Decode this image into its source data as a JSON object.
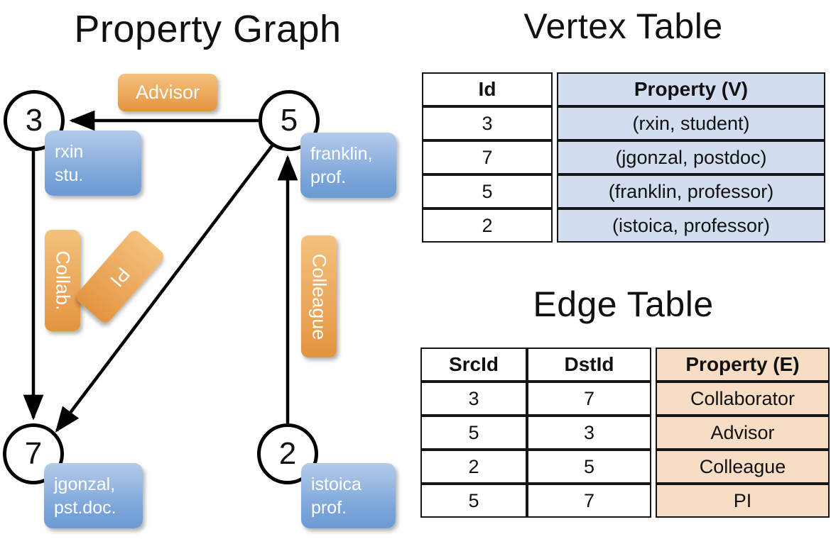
{
  "titles": {
    "property_graph": "Property Graph",
    "vertex_table": "Vertex Table",
    "edge_table": "Edge Table"
  },
  "graph": {
    "nodes": [
      {
        "id": "3",
        "property": "rxin\nstu."
      },
      {
        "id": "5",
        "property": "franklin,\nprof."
      },
      {
        "id": "7",
        "property": "jgonzal,\npst.doc."
      },
      {
        "id": "2",
        "property": "istoica\nprof."
      }
    ],
    "node_labels": {
      "n3": "3",
      "n5": "5",
      "n7": "7",
      "n2": "2"
    },
    "property_boxes": {
      "rxin_line1": "rxin",
      "rxin_line2": "stu.",
      "franklin_line1": "franklin,",
      "franklin_line2": "prof.",
      "jgonzal_line1": "jgonzal,",
      "jgonzal_line2": "pst.doc.",
      "istoica_line1": "istoica",
      "istoica_line2": "prof."
    },
    "edge_labels": {
      "advisor": "Advisor",
      "collab": "Collab.",
      "pi": "PI",
      "colleague": "Colleague"
    }
  },
  "vertex_table": {
    "headers": [
      "Id",
      "Property (V)"
    ],
    "rows": [
      {
        "id": "3",
        "property": "(rxin, student)"
      },
      {
        "id": "7",
        "property": "(jgonzal, postdoc)"
      },
      {
        "id": "5",
        "property": "(franklin, professor)"
      },
      {
        "id": "2",
        "property": "(istoica, professor)"
      }
    ]
  },
  "edge_table": {
    "headers": [
      "SrcId",
      "DstId",
      "Property (E)"
    ],
    "rows": [
      {
        "src": "3",
        "dst": "7",
        "property": "Collaborator"
      },
      {
        "src": "5",
        "dst": "3",
        "property": "Advisor"
      },
      {
        "src": "2",
        "dst": "5",
        "property": "Colleague"
      },
      {
        "src": "5",
        "dst": "7",
        "property": "PI"
      }
    ]
  },
  "colors": {
    "vertex_property_fill": "#d2ddf0",
    "edge_property_fill": "#f6ddc3",
    "node_property_box": "#7ba5d9",
    "edge_label_box": "#e8a050",
    "stroke": "#000000"
  }
}
